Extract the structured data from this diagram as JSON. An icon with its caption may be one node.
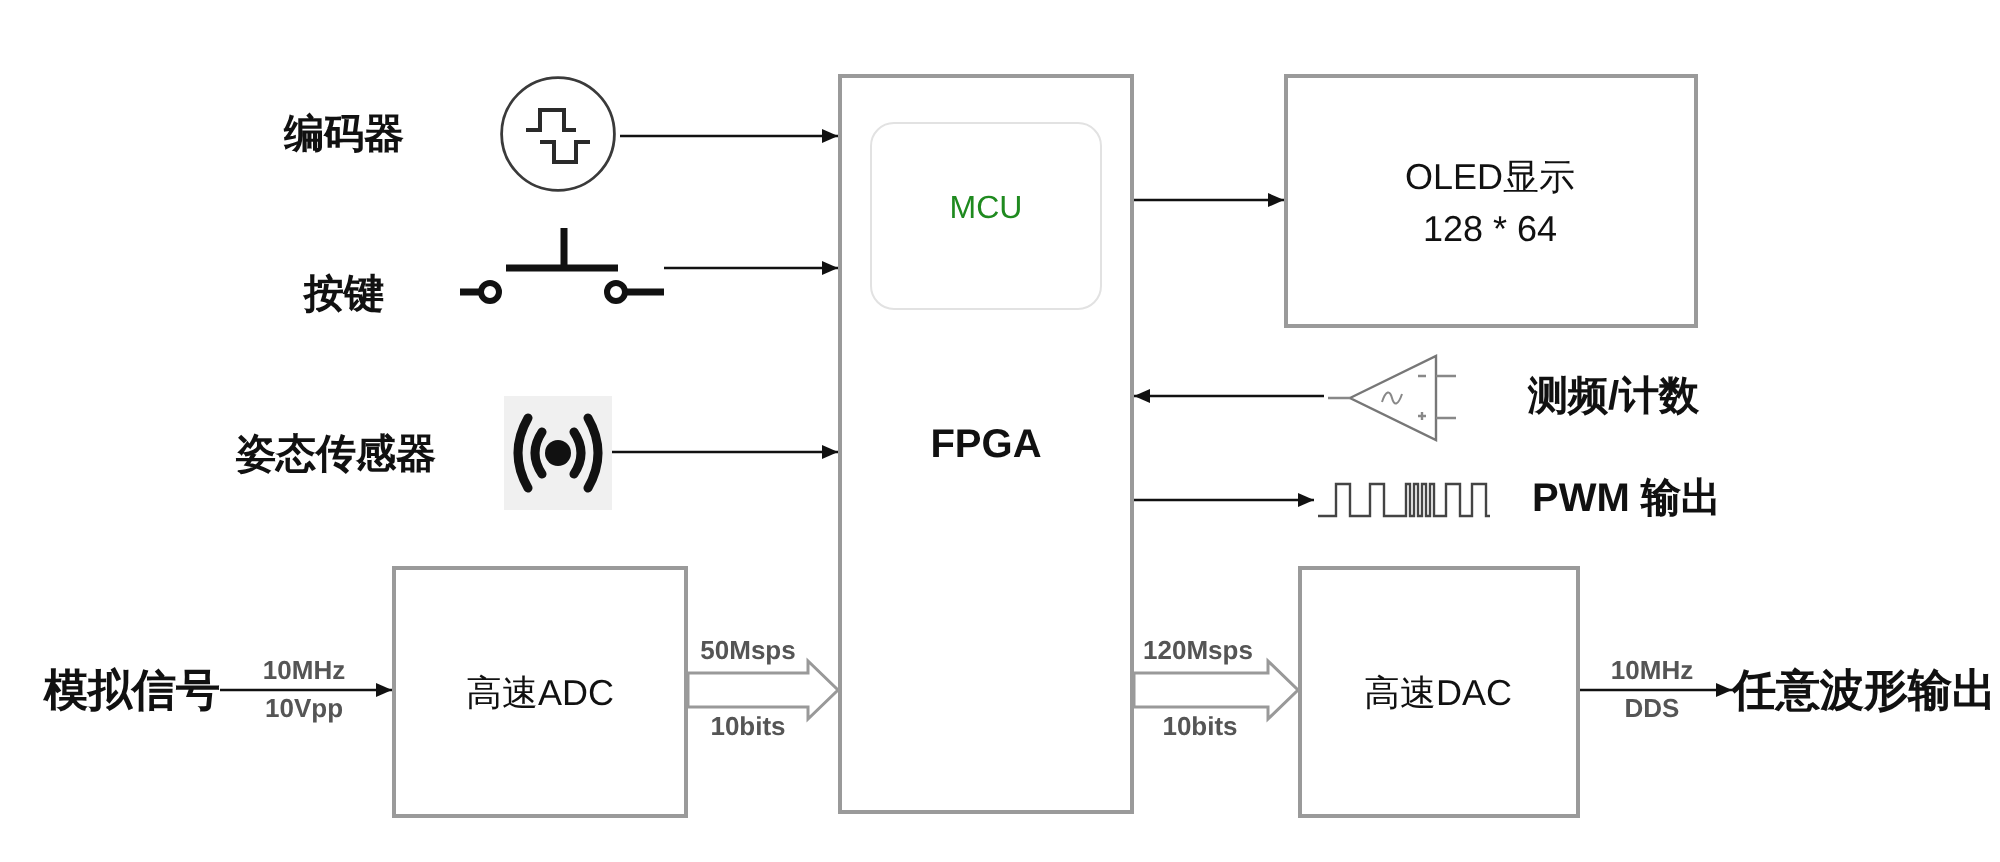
{
  "diagram": {
    "nodes": [
      {
        "text": [
          "编码器"
        ]
      },
      {
        "text": [
          "按键"
        ]
      },
      {
        "text": [
          "姿态传感器"
        ]
      },
      {
        "text": [
          "FPGA"
        ]
      },
      {
        "text": [
          "MCU"
        ],
        "in": 3
      },
      {
        "text": [
          "OLED显示",
          "128 * 64"
        ]
      },
      {
        "text": [
          "测频/计数"
        ]
      },
      {
        "text": [
          "PWM 输出"
        ]
      },
      {
        "text": [
          "模拟信号"
        ]
      },
      {
        "text": [
          "高速ADC"
        ]
      },
      {
        "text": [
          "高速DAC"
        ]
      },
      {
        "text": [
          "任意波形输出"
        ]
      }
    ],
    "edges": [
      {
        "from": 0,
        "to": 3,
        "arrow": "to"
      },
      {
        "from": 1,
        "to": 3,
        "arrow": "to"
      },
      {
        "from": 2,
        "to": 3,
        "arrow": "to"
      },
      {
        "from": 3,
        "to": 5,
        "arrow": "to"
      },
      {
        "from": 6,
        "to": 3,
        "arrow": "to"
      },
      {
        "from": 3,
        "to": 7,
        "arrow": "to"
      },
      {
        "from": 8,
        "to": 9,
        "arrow": "to",
        "label": "10MHz"
      },
      {
        "from": 9,
        "to": 3,
        "arrow": "to",
        "label": "50Msps",
        "style": "thick",
        "color": "#999999"
      },
      {
        "from": 3,
        "to": 10,
        "arrow": "to",
        "label": "120Msps",
        "style": "thick",
        "color": "#999999"
      },
      {
        "from": 10,
        "to": 11,
        "arrow": "to",
        "label": "10MHz"
      }
    ],
    "labels": [
      "10Vpp",
      "10bits",
      "10bits",
      "DDS"
    ]
  }
}
